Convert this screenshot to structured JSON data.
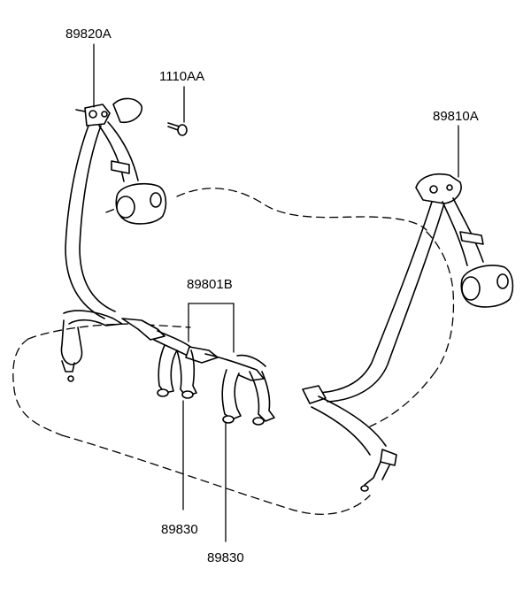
{
  "labels": {
    "upper_left_retractor": "89820A",
    "bolt": "1110AA",
    "upper_right_retractor": "89810A",
    "center_buckle_assembly": "89801B",
    "lower_buckle_left": "89830",
    "lower_buckle_right": "89830"
  },
  "colors": {
    "line": "#000000",
    "background": "#ffffff"
  }
}
